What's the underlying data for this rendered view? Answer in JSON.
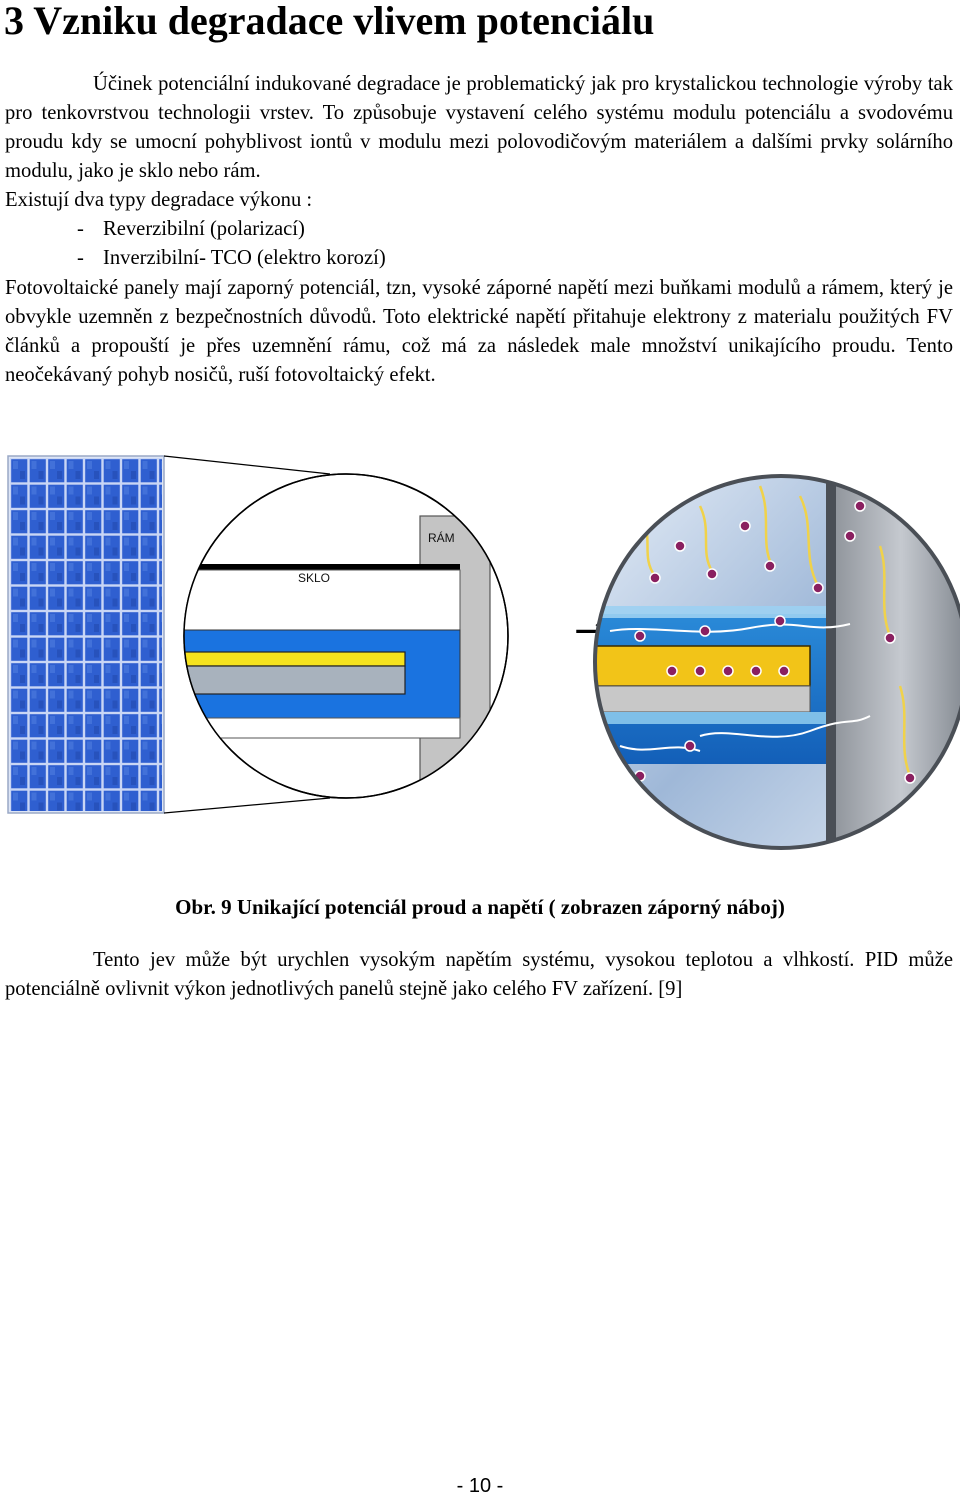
{
  "heading": "3 Vzniku degradace vlivem potenciálu",
  "paragraph_1": "Účinek potenciální indukované degradace je problematický jak pro krystalickou technologie výroby tak pro tenkovrstvou technologii vrstev. To způsobuje vystavení celého systému modulu potenciálu a svodovému proudu kdy se umocní pohyblivost iontů v modulu mezi polovodičovým materiálem a dalšími prvky solárního modulu, jako je sklo nebo rám.",
  "paragraph_1b": "Existují dva typy degradace výkonu :",
  "list_items": [
    {
      "marker": "-",
      "text": "Reverzibilní (polarizací)"
    },
    {
      "marker": "-",
      "text": "Inverzibilní- TCO (elektro korozí)"
    }
  ],
  "paragraph_2": "Fotovoltaické panely mají zaporný potenciál, tzn, vysoké záporné napětí mezi buňkami modulů a rámem, který je obvykle uzemněn z bezpečnostních důvodů. Toto elektrické napětí přitahuje elektrony z materialu použitých FV článků a propouští je přes uzemnění rámu, což má za následek male množství unikajícího proudu. Tento neočekávaný pohyb nosičů, ruší fotovoltaický efekt.",
  "figure": {
    "label_ram": "RÁM",
    "label_sklo": "SKLO",
    "arrow": "→"
  },
  "caption": {
    "prefix": "Obr.",
    "text": "9 Unikající potenciál proud a napětí ( zobrazen záporný náboj)"
  },
  "paragraph_3": "Tento jev může být urychlen vysokým napětím systému, vysokou teplotou a vlhkostí. PID může potenciálně ovlivnit výkon jednotlivých panelů stejně jako celého FV zařízení. [9]",
  "footer": "- 10 -",
  "colors": {
    "panel_blue": "#2f5fd0",
    "cell_grid": "#c9d6f5",
    "frame_gray": "#b8b8b8",
    "glass_blue": "#1e6fd9",
    "cell_yellow": "#f2d21a",
    "charge_magenta": "#8a2060"
  }
}
